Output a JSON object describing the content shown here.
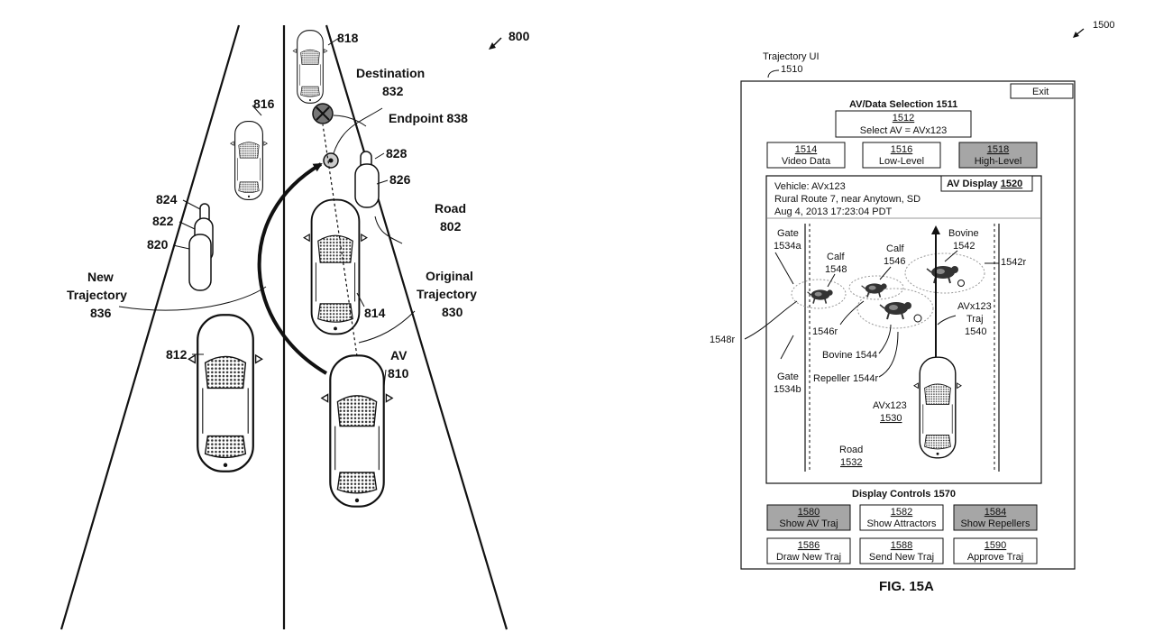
{
  "fig800": {
    "ref": "800",
    "labels": {
      "v818": "818",
      "destination": "Destination",
      "destination_num": "832",
      "endpoint": "Endpoint 838",
      "v816": "816",
      "v828": "828",
      "v826": "826",
      "road": "Road",
      "road_num": "802",
      "v824": "824",
      "v822": "822",
      "v820": "820",
      "new_traj_1": "New",
      "new_traj_2": "Trajectory",
      "new_traj_num": "836",
      "orig_traj_1": "Original",
      "orig_traj_2": "Trajectory",
      "orig_traj_num": "830",
      "v812": "812",
      "v814": "814",
      "av": "AV",
      "av_num": "810"
    }
  },
  "fig1500": {
    "ref": "1500",
    "trajectory_ui": "Trajectory UI",
    "trajectory_ui_num": "1510",
    "exit": "Exit",
    "av_data_selection": "AV/Data Selection 1511",
    "select_num": "1512",
    "select_text": "Select AV = AVx123",
    "data_buttons": [
      {
        "num": "1514",
        "label": "Video Data",
        "shaded": false
      },
      {
        "num": "1516",
        "label": "Low-Level",
        "shaded": false
      },
      {
        "num": "1518",
        "label": "High-Level",
        "shaded": true
      }
    ],
    "vehicle": "Vehicle: AVx123",
    "location": "Rural Route 7, near Anytown, SD",
    "datetime": "Aug 4, 2013 17:23:04 PDT",
    "av_display": "AV Display",
    "av_display_num": "1520",
    "scene": {
      "gate_a": "Gate",
      "gate_a_num": "1534a",
      "gate_b": "Gate",
      "gate_b_num": "1534b",
      "calf_1548": "Calf",
      "calf_1548_num": "1548",
      "calf_1546": "Calf",
      "calf_1546_num": "1546",
      "bovine_1542": "Bovine",
      "bovine_1542_num": "1542",
      "r1542": "1542r",
      "r1548": "1548r",
      "r1546": "1546r",
      "bovine_1544": "Bovine 1544",
      "repeller": "Repeller 1544r",
      "traj_1": "AVx123",
      "traj_2": "Traj",
      "traj_3": "1540",
      "av_1": "AVx123",
      "av_2": "1530",
      "road_1": "Road",
      "road_2": "1532"
    },
    "display_controls": "Display Controls 1570",
    "control_buttons": [
      {
        "num": "1580",
        "label": "Show AV Traj",
        "shaded": true
      },
      {
        "num": "1582",
        "label": "Show Attractors",
        "shaded": false
      },
      {
        "num": "1584",
        "label": "Show Repellers",
        "shaded": true
      },
      {
        "num": "1586",
        "label": "Draw New Traj",
        "shaded": false
      },
      {
        "num": "1588",
        "label": "Send New Traj",
        "shaded": false
      },
      {
        "num": "1590",
        "label": "Approve Traj",
        "shaded": false
      }
    ],
    "caption": "FIG. 15A"
  }
}
